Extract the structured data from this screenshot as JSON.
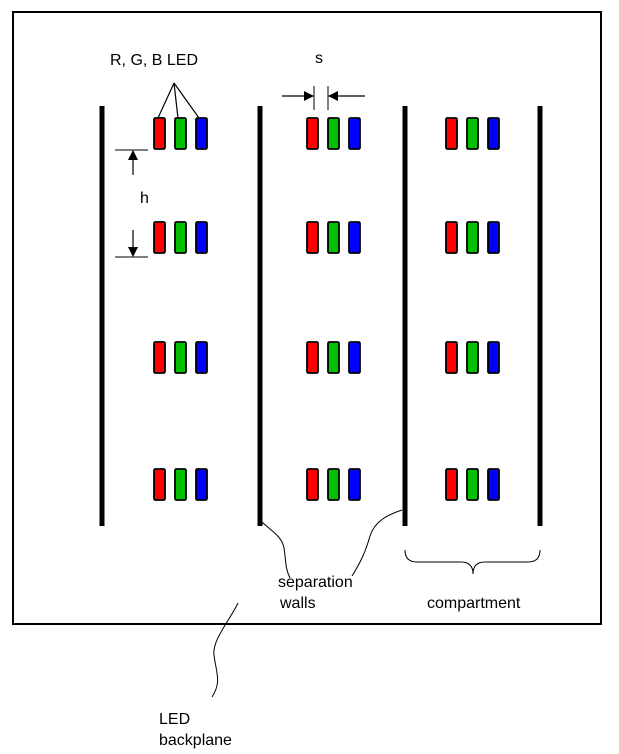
{
  "labels": {
    "rgb_led": "R, G, B LED",
    "spacing": "s",
    "height": "h",
    "separation_walls_line1": "separation",
    "separation_walls_line2": "walls",
    "compartment": "compartment",
    "backplane_line1": "LED",
    "backplane_line2": "backplane"
  },
  "led_grid": {
    "columns": 3,
    "rows": 4,
    "colors": {
      "red": "#ff0000",
      "green": "#00c000",
      "blue": "#0000ff",
      "outline": "#000000"
    }
  },
  "separation_walls": 4
}
